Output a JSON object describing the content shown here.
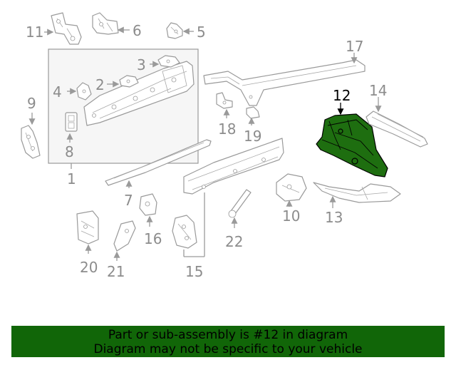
{
  "diagram": {
    "highlighted_part": "12",
    "callouts": {
      "c1": "1",
      "c2": "2",
      "c3": "3",
      "c4": "4",
      "c5": "5",
      "c6": "6",
      "c7": "7",
      "c8": "8",
      "c9": "9",
      "c10": "10",
      "c11": "11",
      "c12": "12",
      "c13": "13",
      "c14": "14",
      "c15": "15",
      "c16": "16",
      "c17": "17",
      "c18": "18",
      "c19": "19",
      "c20": "20",
      "c21": "21",
      "c22": "22"
    }
  },
  "banner": {
    "line1": "Part or sub-assembly is #12 in diagram",
    "line2": "Diagram may not be specific to your vehicle",
    "color": "#116608"
  },
  "colors": {
    "line_art": "#9a9a9a",
    "highlight_fill": "#1e6e10"
  }
}
